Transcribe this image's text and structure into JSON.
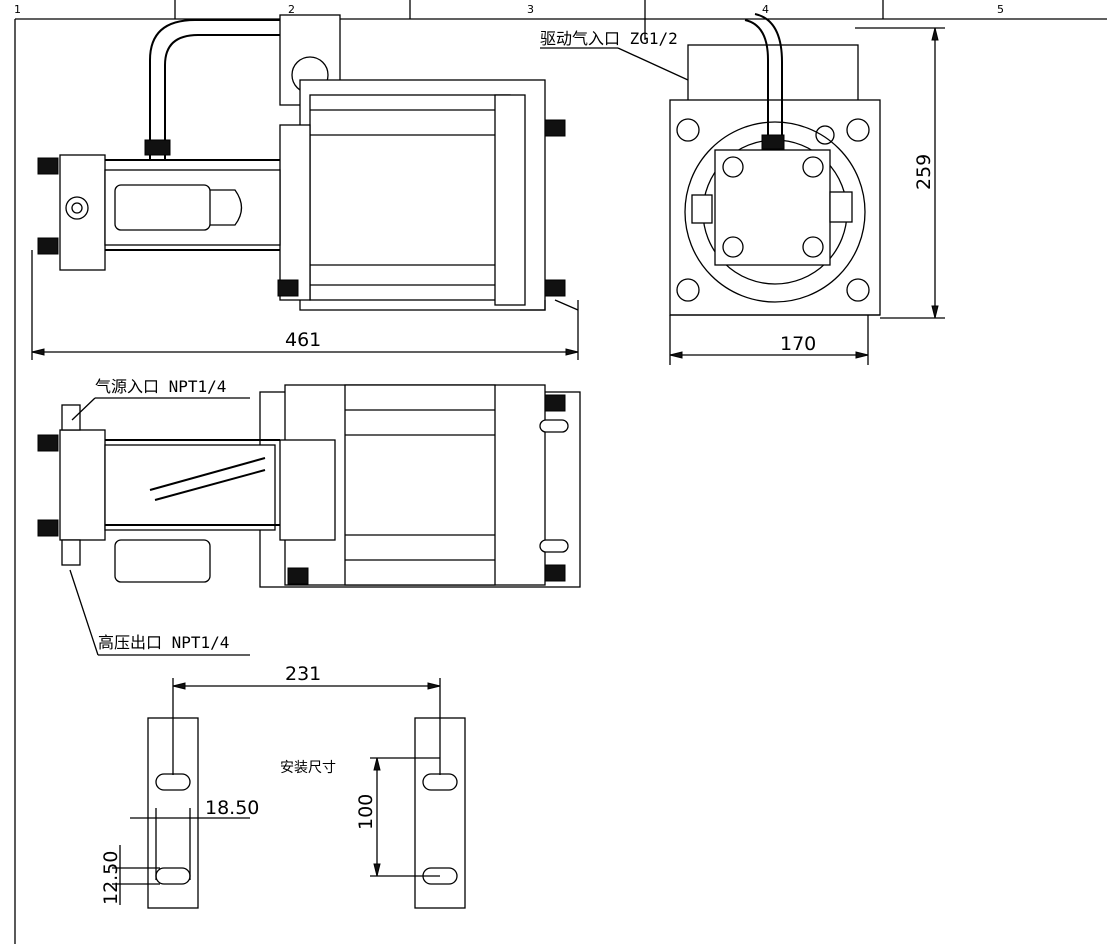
{
  "zones": [
    "1",
    "2",
    "3",
    "4",
    "5"
  ],
  "dimensions": {
    "overall_length": "461",
    "width": "170",
    "height": "259",
    "mount_spacing": "231",
    "slot_spacing": "100",
    "slot_width": "18.50",
    "slot_height": "12.50"
  },
  "callouts": {
    "drive_air_inlet": "驱动气入口 ZG1/2",
    "air_source_inlet": "气源入口 NPT1/4",
    "high_pressure_outlet": "高压出口 NPT1/4",
    "mounting_dimensions": "安装尺寸"
  }
}
